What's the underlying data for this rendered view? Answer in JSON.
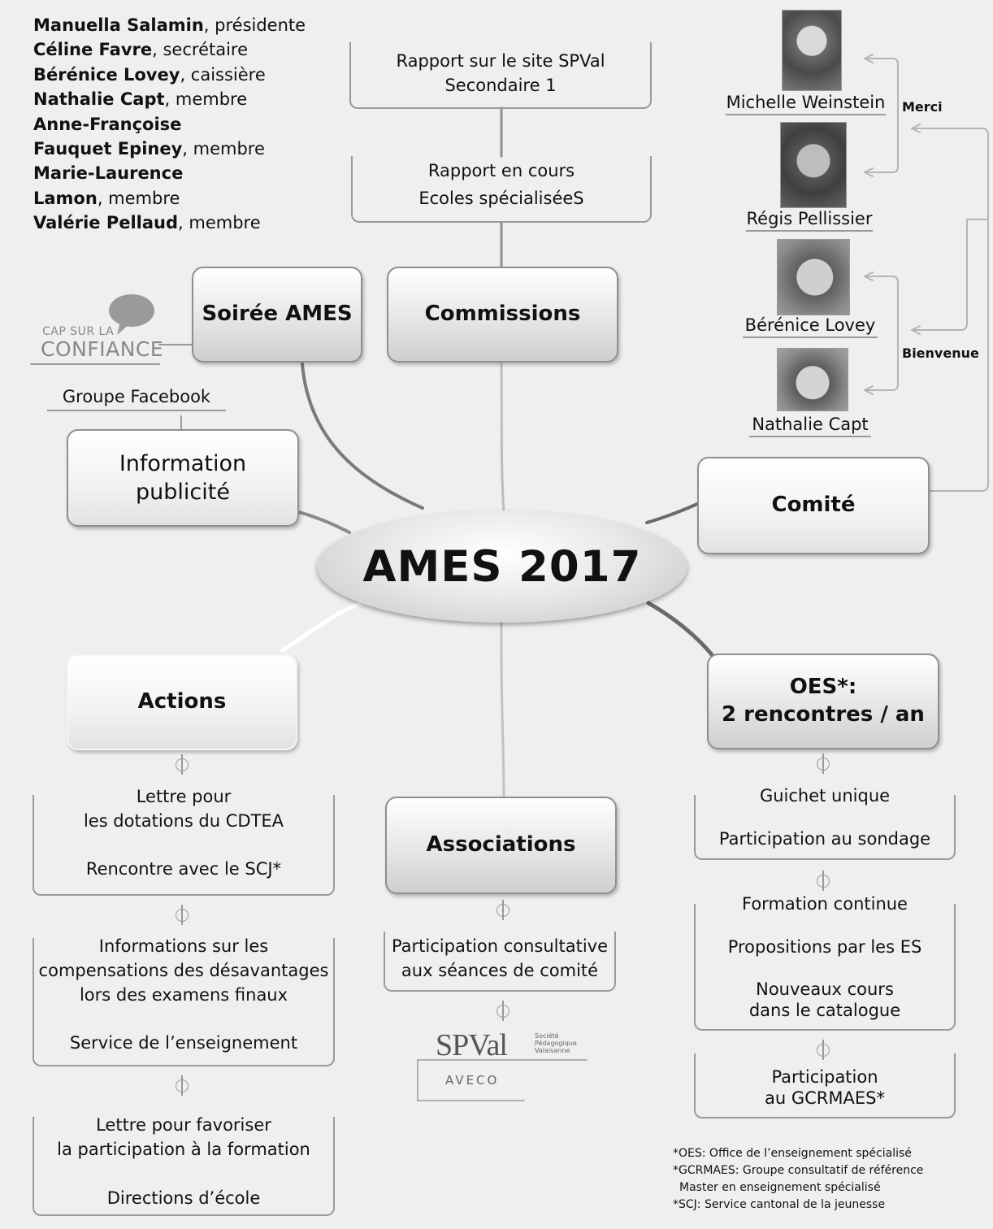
{
  "center_title": "AMES 2017",
  "committee_members": [
    {
      "name": "Manuella Salamin",
      "role": ", présidente"
    },
    {
      "name": "Céline Favre",
      "role": ", secrétaire"
    },
    {
      "name": "Bérénice Lovey",
      "role": ", caissière"
    },
    {
      "name": "Nathalie Capt",
      "role": ", membre"
    },
    {
      "name": "Anne-Françoise",
      "role": ""
    },
    {
      "name": "Fauquet Epiney",
      "role": ", membre"
    },
    {
      "name": "Marie-Laurence",
      "role": ""
    },
    {
      "name": "Lamon",
      "role": ", membre"
    },
    {
      "name": "Valérie Pellaud",
      "role": ", membre"
    }
  ],
  "nodes": {
    "soiree": "Soirée AMES",
    "commissions": "Commissions",
    "information": [
      "Information",
      "publicité"
    ],
    "comite": "Comité",
    "actions": "Actions",
    "associations": "Associations",
    "oes": [
      "OES*:",
      "2 rencontres / an"
    ]
  },
  "commissions_boxes": [
    [
      "Rapport sur le site SPVal",
      "Secondaire 1"
    ],
    [
      "Rapport en cours",
      "Ecoles spécialiséeS"
    ]
  ],
  "information_box": "Groupe Facebook",
  "cap_logo": {
    "line1": "CAP SUR LA",
    "line2": "CONFIANCE"
  },
  "people": [
    {
      "name": "Michelle Weinstein"
    },
    {
      "name": "Régis Pellissier"
    },
    {
      "name": "Bérénice Lovey"
    },
    {
      "name": "Nathalie Capt"
    }
  ],
  "side_labels": {
    "merci": "Merci",
    "bienvenue": "Bienvenue"
  },
  "actions_boxes": [
    {
      "lines": [
        "Lettre pour",
        "les dotations du CDTEA"
      ],
      "sub": "Rencontre avec le SCJ*"
    },
    {
      "lines": [
        "Informations sur les",
        "compensations des désavantages",
        "lors des examens finaux"
      ],
      "sub": "Service de l’enseignement"
    },
    {
      "lines": [
        "Lettre pour favoriser",
        "la participation à la formation"
      ],
      "sub": "Directions d’école"
    }
  ],
  "associations_box": [
    "Participation consultative",
    "aux séances de comité"
  ],
  "spval_logo": {
    "main": "SPVal",
    "small": [
      "Société",
      "Pédagogique",
      "Valaisanne"
    ],
    "aveco": "AVECO"
  },
  "oes_boxes": [
    {
      "lines": [
        "Guichet unique"
      ],
      "sub": "Participation au sondage"
    },
    {
      "lines": [
        "Formation continue"
      ],
      "sub": "Propositions par les ES",
      "sub2": [
        "Nouveaux cours",
        "dans le catalogue"
      ]
    },
    {
      "lines": [
        "Participation",
        "au GCRMAES*"
      ]
    }
  ],
  "footnotes": [
    "*OES: Office de l’enseignement spécialisé",
    "*GCRMAES: Groupe consultatif de référence",
    "  Master en enseignement spécialisé",
    "*SCJ: Service cantonal de la jeunesse"
  ]
}
